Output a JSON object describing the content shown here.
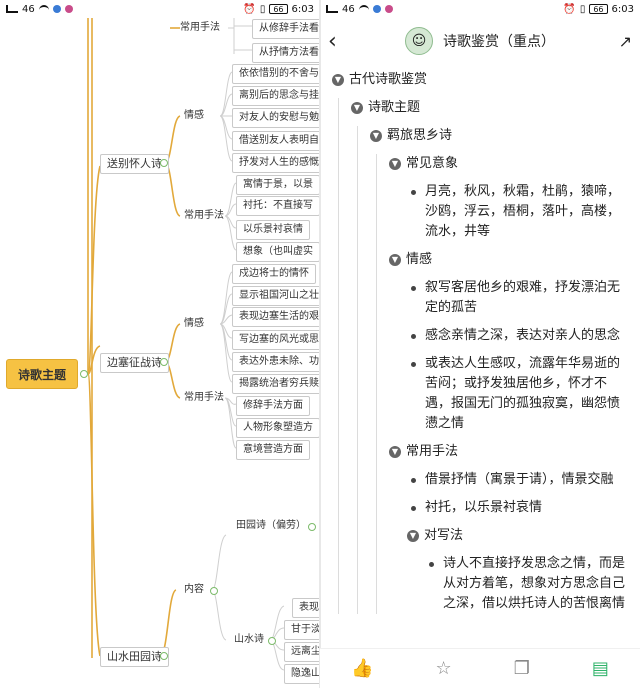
{
  "status_left": {
    "signal": "46",
    "wifi": "",
    "time": "6:03",
    "battery": "66"
  },
  "mindmap": {
    "root": "诗歌主题",
    "n_song": "送别怀人诗",
    "n_song_ganqing": "情感",
    "n_song_shoufa": "常用手法",
    "n_top_shoufa": "常用手法",
    "top_items": [
      "从修辞手法看,",
      "从抒情方法看,"
    ],
    "song_ganqing_items": [
      "依依惜别的不舍与伤",
      "离别后的思念与挂念",
      "对友人的安慰与勉励",
      "借送别友人表明自己",
      "抒发对人生的感慨"
    ],
    "song_shoufa_items": [
      "寓情于景，以景",
      "衬托：不直接写",
      "以乐景衬哀情",
      "想象（也叫虚实"
    ],
    "n_bian": "边塞征战诗",
    "n_bian_ganqing": "情感",
    "n_bian_shoufa": "常用手法",
    "bian_ganqing_items": [
      "戍边将士的情怀",
      "显示祖国河山之壮美",
      "表现边塞生活的艰苦",
      "写边塞的风光或思乡",
      "表达外患未除、功业",
      "揭露统治者穷兵赎武"
    ],
    "bian_shoufa_items": [
      "修辞手法方面",
      "人物形象塑造方",
      "意境营造方面"
    ],
    "n_shanshui": "山水田园诗",
    "n_neirong": "内容",
    "n_tianyuan": "田园诗（偏劳）",
    "n_shanshui_shi": "山水诗",
    "shanshui_items": [
      "表现自",
      "甘于淡",
      "远离尘",
      "隐逸山"
    ]
  },
  "article": {
    "title": "诗歌鉴赏（重点）",
    "back_icon": "‹",
    "share_icon": "↗",
    "l1": "古代诗歌鉴赏",
    "l2": "诗歌主题",
    "l3": "羁旅思乡诗",
    "l4a": "常见意象",
    "imagery": "月亮，秋风，秋霜，杜鹃，猿啼，沙鸥，浮云，梧桐，落叶，高楼，流水，井等",
    "l4b": "情感",
    "emotions": [
      "叙写客居他乡的艰难，抒发漂泊无定的孤苦",
      "感念亲情之深，表达对亲人的思念",
      "或表达人生感叹，流露年华易逝的苦闷；或抒发独居他乡，怀才不遇，报国无门的孤独寂寞，幽怨愤懑之情"
    ],
    "l4c": "常用手法",
    "techniques": [
      "借景抒情（寓景于请），情景交融",
      "衬托，以乐景衬哀情"
    ],
    "l5": "对写法",
    "duixie": "诗人不直接抒发思念之情，而是从对方着笔，想象对方思念自己之深，借以烘托诗人的苦恨离情"
  },
  "bottom": {
    "like": "👍",
    "star": "☆",
    "copy": "❐",
    "book": "▤"
  }
}
